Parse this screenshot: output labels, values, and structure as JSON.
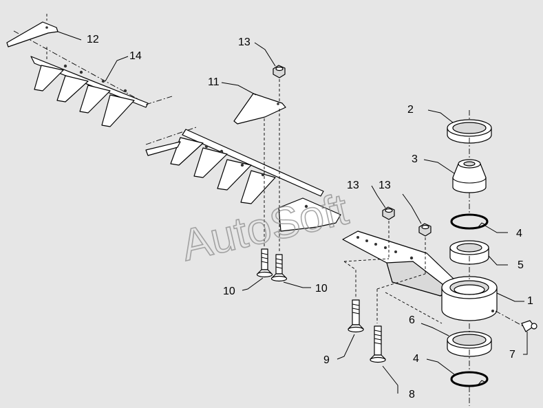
{
  "watermark": "AutoSoft",
  "callouts": {
    "c1": "1",
    "c2": "2",
    "c3": "3",
    "c4a": "4",
    "c4b": "4",
    "c5": "5",
    "c6": "6",
    "c7": "7",
    "c8": "8",
    "c9": "9",
    "c10a": "10",
    "c10b": "10",
    "c11": "11",
    "c12": "12",
    "c13a": "13",
    "c13b": "13",
    "c13c": "13",
    "c14": "14"
  }
}
